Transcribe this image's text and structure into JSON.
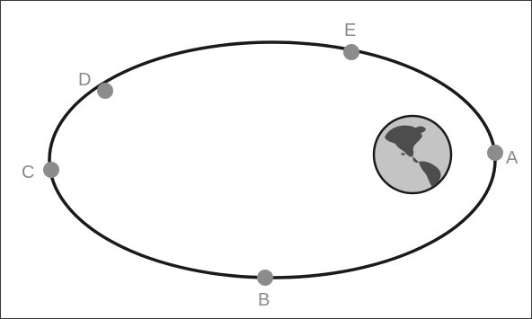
{
  "diagram": {
    "points": {
      "A": {
        "label": "A"
      },
      "B": {
        "label": "B"
      },
      "C": {
        "label": "C"
      },
      "D": {
        "label": "D"
      },
      "E": {
        "label": "E"
      }
    },
    "colors": {
      "orbit": "#1a1a1a",
      "point": "#8c8c8c",
      "label": "#8a8a8a",
      "earth_ocean": "#c4c4c4",
      "earth_land": "#4d4d4d",
      "earth_outline": "#1a1a1a"
    },
    "icons": {
      "earth": "earth-icon"
    }
  }
}
